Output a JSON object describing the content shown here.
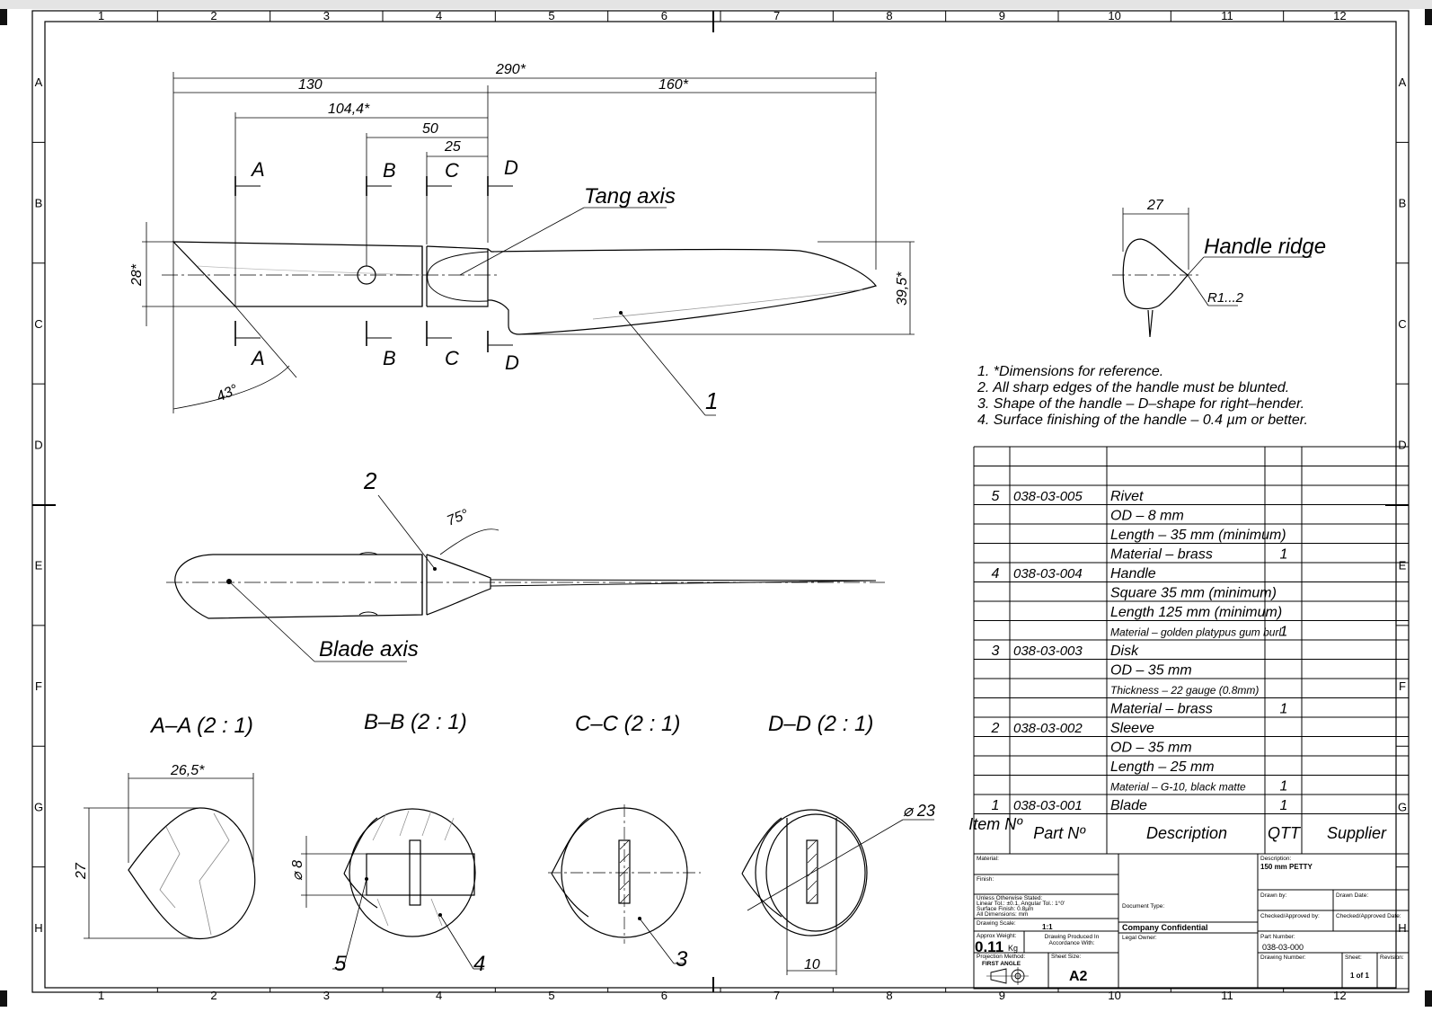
{
  "grid": {
    "columns": [
      "1",
      "2",
      "3",
      "4",
      "5",
      "6",
      "7",
      "8",
      "9",
      "10",
      "11",
      "12"
    ],
    "rows": [
      "A",
      "B",
      "C",
      "D",
      "E",
      "F",
      "G",
      "H"
    ]
  },
  "dimensions": {
    "overall": "290*",
    "handle_len": "130",
    "blade_len": "160*",
    "a_to_d": "104,4*",
    "b_to_d": "50",
    "c_to_d": "25",
    "handle_height": "28*",
    "blade_height": "39,5*",
    "angle_butt": "43°",
    "angle_sleeve": "75°",
    "ridge_width": "27",
    "ridge_radius": "R1...2",
    "aa_width": "26,5*",
    "aa_height": "27",
    "bb_dia": "⌀ 8",
    "dd_dia": "⌀ 23",
    "dd_slot": "10"
  },
  "section_marks": [
    "A",
    "B",
    "C",
    "D"
  ],
  "labels": {
    "tang_axis": "Tang axis",
    "blade_axis": "Blade axis",
    "handle_ridge": "Handle ridge",
    "balloon_1": "1",
    "balloon_2": "2",
    "balloon_3": "3",
    "balloon_4": "4",
    "balloon_5": "5"
  },
  "section_titles": [
    "A–A  (2 : 1)",
    "B–B  (2 : 1)",
    "C–C  (2 : 1)",
    "D–D  (2 : 1)"
  ],
  "notes": [
    "1.   *Dimensions for reference.",
    "2.   All sharp edges of the handle must be blunted.",
    "3.   Shape of the handle – D–shape for right–hender.",
    "4.   Surface finishing of the handle – 0.4 µm or better."
  ],
  "bom": {
    "headers": {
      "item": "Item Nº",
      "part": "Part Nº",
      "desc": "Description",
      "qty": "QTT",
      "supplier": "Supplier"
    },
    "rows": [
      {
        "item": "",
        "part": "",
        "desc": "",
        "qty": ""
      },
      {
        "item": "",
        "part": "",
        "desc": "",
        "qty": ""
      },
      {
        "item": "5",
        "part": "038-03-005",
        "desc": "Rivet",
        "qty": ""
      },
      {
        "item": "",
        "part": "",
        "desc": "OD – 8 mm",
        "qty": ""
      },
      {
        "item": "",
        "part": "",
        "desc": "Length – 35 mm (minimum)",
        "qty": ""
      },
      {
        "item": "",
        "part": "",
        "desc": "Material – brass",
        "qty": "1"
      },
      {
        "item": "4",
        "part": "038-03-004",
        "desc": "Handle",
        "qty": ""
      },
      {
        "item": "",
        "part": "",
        "desc": "Square 35 mm (minimum)",
        "qty": ""
      },
      {
        "item": "",
        "part": "",
        "desc": "Length 125 mm (minimum)",
        "qty": ""
      },
      {
        "item": "",
        "part": "",
        "desc": "Material – golden platypus gum burl",
        "qty": "1"
      },
      {
        "item": "3",
        "part": "038-03-003",
        "desc": "Disk",
        "qty": ""
      },
      {
        "item": "",
        "part": "",
        "desc": "OD – 35 mm",
        "qty": ""
      },
      {
        "item": "",
        "part": "",
        "desc": "Thickness – 22 gauge (0.8mm)",
        "qty": ""
      },
      {
        "item": "",
        "part": "",
        "desc": "Material – brass",
        "qty": "1"
      },
      {
        "item": "2",
        "part": "038-03-002",
        "desc": "Sleeve",
        "qty": ""
      },
      {
        "item": "",
        "part": "",
        "desc": "OD – 35 mm",
        "qty": ""
      },
      {
        "item": "",
        "part": "",
        "desc": "Length – 25 mm",
        "qty": ""
      },
      {
        "item": "",
        "part": "",
        "desc": "Material – G-10, black matte",
        "qty": "1"
      },
      {
        "item": "1",
        "part": "038-03-001",
        "desc": "Blade",
        "qty": "1"
      }
    ]
  },
  "title_block": {
    "material_label": "Material:",
    "finish_label": "Finish:",
    "tolerances": [
      "Unless Otherwise Stated:",
      "Linear Tol.: ±0.1, Angular Tol.: 1°0'",
      "Surface Finish: 0.8µm",
      "All Dimensions: mm"
    ],
    "scale_label": "Drawing Scale:",
    "scale": "1:1",
    "weight_label": "Approx Weight:",
    "weight": "0.11",
    "weight_unit": "Kg",
    "produced_1": "Drawing Produced In",
    "produced_2": "Accordance With:",
    "projection_label": "Projection Method:",
    "projection": "FIRST ANGLE",
    "sheet_size_label": "Sheet Size:",
    "sheet_size": "A2",
    "doc_type_label": "Document Type:",
    "company": "Company Confidential",
    "legal_owner_label": "Legal Owner:",
    "description_label": "Description:",
    "description": "150 mm PETTY",
    "drawn_by": "Drawn by:",
    "drawn_date": "Drawn Date:",
    "checked_by": "Checked/Approved by:",
    "checked_date": "Checked/Approved Date:",
    "part_number_label": "Part Number:",
    "part_number": "038-03-000",
    "drawing_number_label": "Drawing Number:",
    "sheet_label": "Sheet:",
    "sheet": "1 of 1",
    "revision_label": "Revision:"
  }
}
